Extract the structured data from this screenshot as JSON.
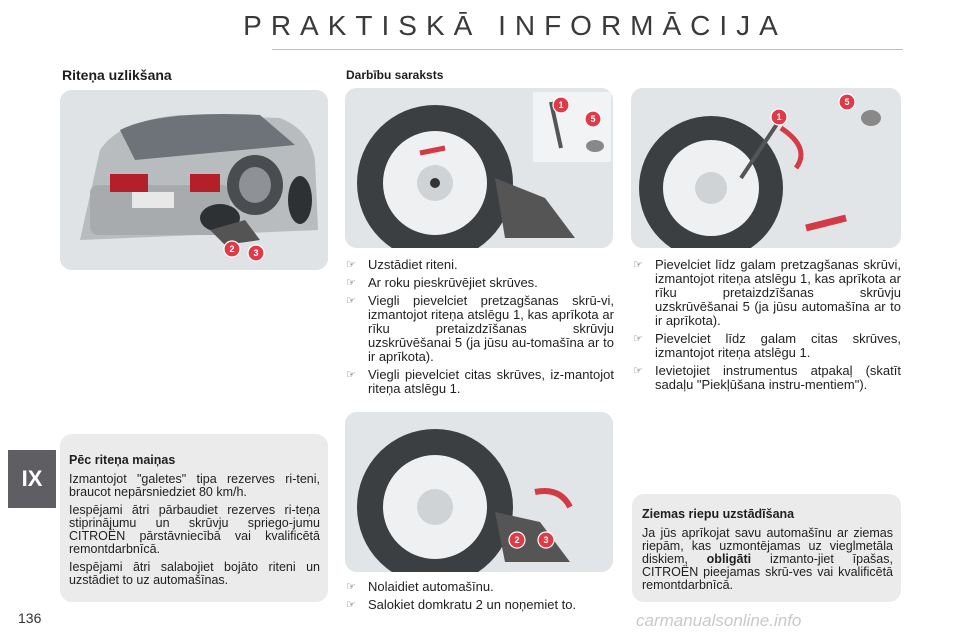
{
  "header": {
    "title": "PRAKTISKĀ INFORMĀCIJA"
  },
  "section": {
    "title": "Riteņa uzlikšana"
  },
  "steps": {
    "title": "Darbību saraksts"
  },
  "chapter_tab": "IX",
  "page_number": "136",
  "watermark": "carmanualsonline.info",
  "callouts": {
    "n1": "1",
    "n2": "2",
    "n3": "3",
    "n5": "5"
  },
  "bullet_marker": "☞",
  "list_a": [
    "Uzstādiet riteni.",
    "Ar roku pieskrūvējiet skrūves.",
    "Viegli pievelciet pretzagšanas skrū-vi, izmantojot riteņa atslēgu 1, kas aprīkota ar rīku pretaizdzīšanas skrūvju uzskrūvēšanai 5 (ja jūsu au-tomašīna ar to ir aprīkota).",
    "Viegli pievelciet citas skrūves, iz-mantojot riteņa atslēgu 1."
  ],
  "list_b": [
    "Pievelciet līdz galam pretzagšanas skrūvi, izmantojot riteņa atslēgu 1, kas aprīkota ar rīku pretaizdzīšanas skrūvju uzskrūvēšanai 5 (ja jūsu automašīna ar to ir aprīkota).",
    "Pievelciet līdz galam citas skrūves, izmantojot riteņa atslēgu 1.",
    "Ievietojiet instrumentus atpakaļ (skatīt sadaļu \"Piekļūšana instru-mentiem\")."
  ],
  "list_c": [
    "Nolaidiet automašīnu.",
    "Salokiet domkratu 2 un noņemiet to."
  ],
  "panel_after": {
    "title": "Pēc riteņa maiņas",
    "p1": "Izmantojot \"galetes\" tipa rezerves ri-teni, braucot nepārsniedziet 80 km/h.",
    "p2": "Iespējami ātri pārbaudiet rezerves ri-teņa stiprinājumu un skrūvju spriego-jumu CITROËN pārstāvniecībā vai kvalificētā remontdarbnīcā.",
    "p3": "Iespējami ātri salabojiet bojāto riteni un uzstādiet to uz automašīnas."
  },
  "panel_winter": {
    "title": "Ziemas riepu uzstādīšana",
    "p1_a": "Ja jūs aprīkojat savu automašīnu ar ziemas riepām, kas uzmontējamas uz vieglmetāla diskiem, ",
    "p1_b": "obligāti",
    "p1_c": " izmanto-jiet īpašas, CITROËN pieejamas skrū-ves vai kvalificētā remontdarbnīcā."
  }
}
